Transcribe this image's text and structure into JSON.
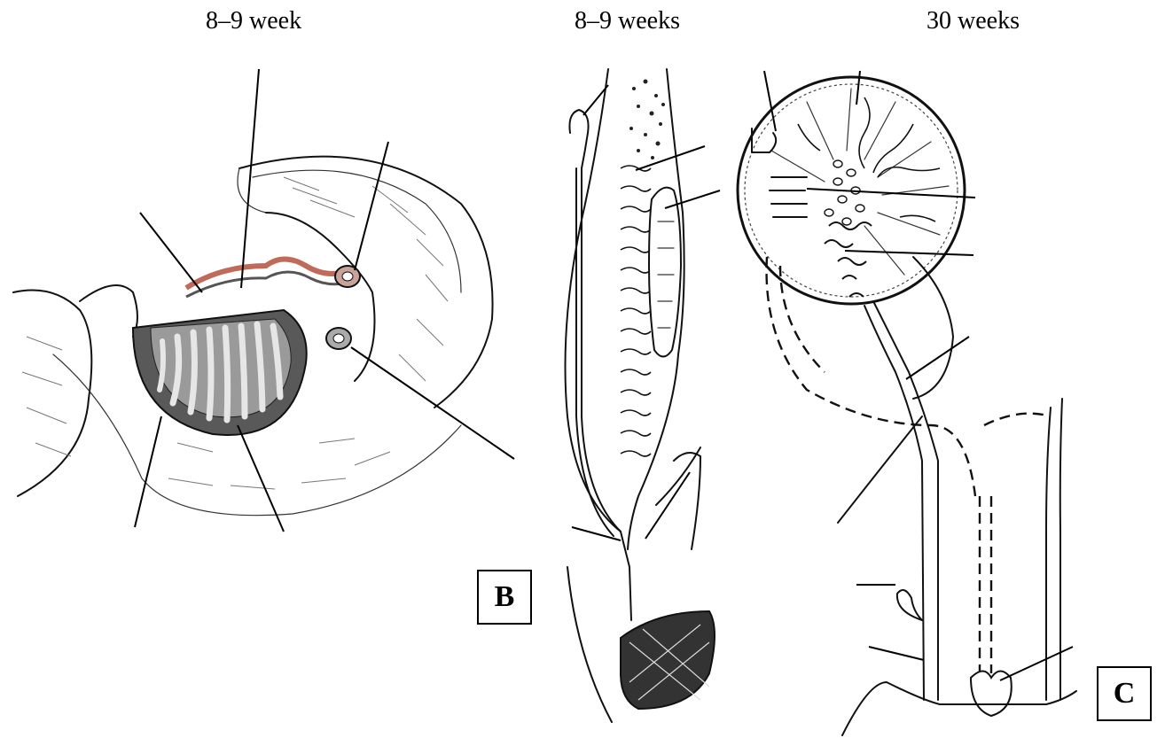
{
  "captions": {
    "panel_a": "8–9 week",
    "panel_b": "8–9 weeks",
    "panel_c": "30 weeks"
  },
  "panel_labels": {
    "b": "B",
    "c": "C"
  },
  "colors": {
    "ink": "#111111",
    "gonad_shading": "#595959",
    "tubule_fill": "#e6e6e6",
    "accent_red": "#c06a5a",
    "background": "#ffffff"
  }
}
